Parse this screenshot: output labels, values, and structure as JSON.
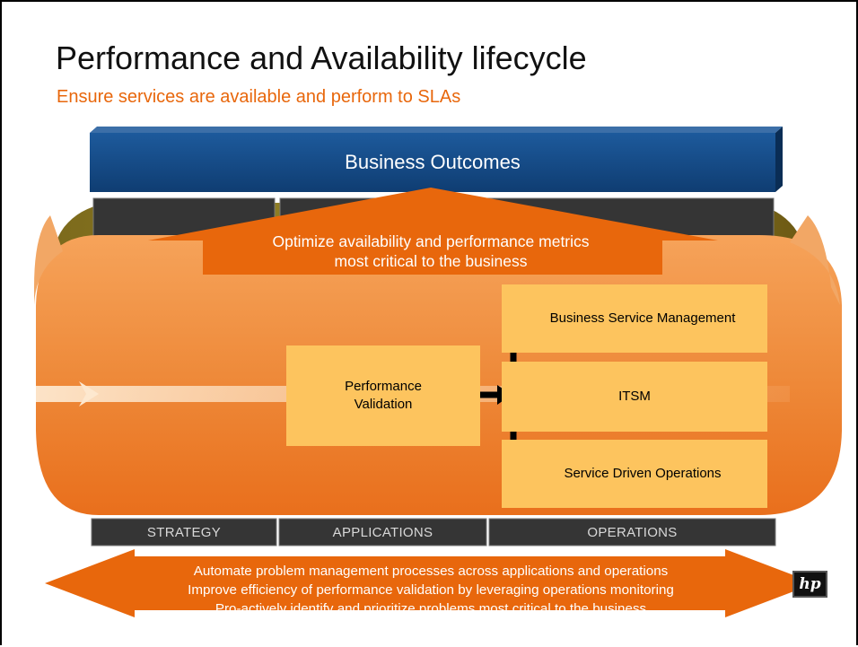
{
  "slide": {
    "title": "Performance and Availability lifecycle",
    "subtitle": "Ensure services are available and perform to SLAs"
  },
  "diagram": {
    "top_bar": "Business Outcomes",
    "optimize_arrow": {
      "line1": "Optimize availability and performance metrics",
      "line2": "most critical to the business"
    },
    "performance_validation": {
      "line1": "Performance",
      "line2": "Validation"
    },
    "stack": [
      "Business Service Management",
      "ITSM",
      "Service Driven Operations"
    ],
    "columns": [
      "STRATEGY",
      "APPLICATIONS",
      "OPERATIONS"
    ],
    "benefits": [
      "Automate problem management processes across applications and operations",
      "Improve efficiency of performance validation by leveraging operations monitoring",
      "Pro-actively identify and prioritize problems most critical to the business"
    ]
  },
  "colors": {
    "accent_orange": "#e8670c",
    "navy": "#14467f",
    "dark_panel": "#353535",
    "box_fill": "#fdc45e"
  },
  "logo": {
    "icon": "hp-logo-icon",
    "text": "hp"
  }
}
